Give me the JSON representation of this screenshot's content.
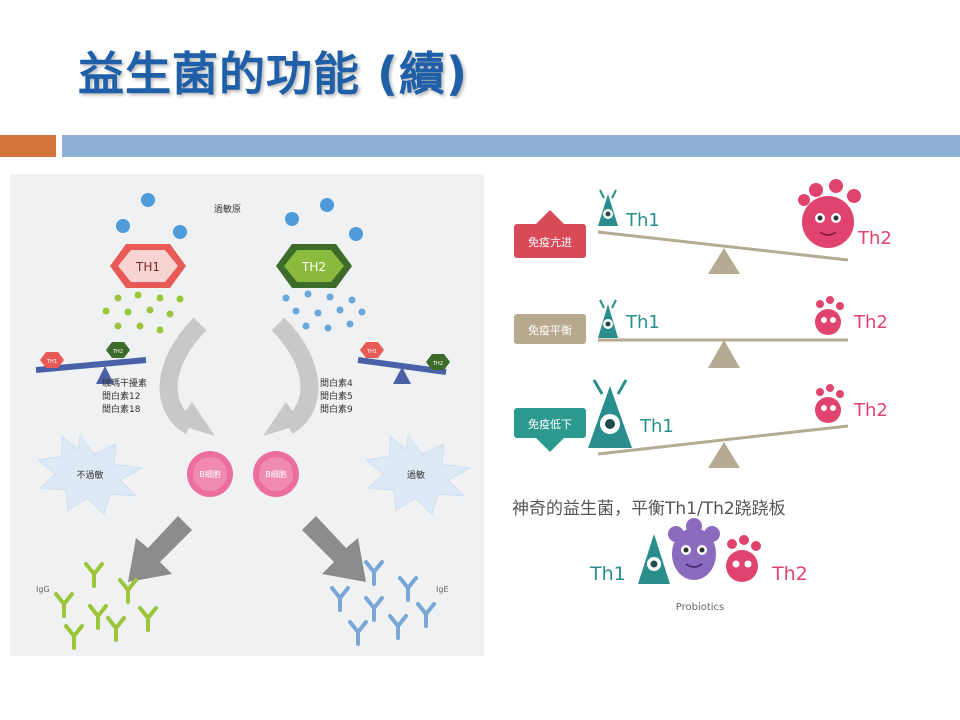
{
  "slide": {
    "title": "益生菌的功能 (續)"
  },
  "left_diagram": {
    "allergen_label": "過敏原",
    "th1_badge": "TH1",
    "th2_badge": "TH2",
    "mini_th1": "TH1",
    "mini_th2": "TH2",
    "th1_cytokines": [
      "珈瑪干擾素",
      "間白素12",
      "間白素18"
    ],
    "th2_cytokines": [
      "間白素4",
      "間白素5",
      "間白素9"
    ],
    "no_allergy_label": "不過敏",
    "allergy_label": "過敏",
    "b_cell_label": "B細胞",
    "igg_label": "IgG",
    "ige_label": "IgE",
    "colors": {
      "th1": "#e85a55",
      "th2": "#8bbb3c",
      "b_cell": "#ea6f9c",
      "igg": "#9cc63a",
      "ige": "#7aa7d6",
      "balance_bar": "#4a61a8"
    }
  },
  "right_diagram": {
    "rows": [
      {
        "tag": "免疫亢进",
        "th1": "Th1",
        "th2": "Th2"
      },
      {
        "tag": "免疫平衡",
        "th1": "Th1",
        "th2": "Th2"
      },
      {
        "tag": "免疫低下",
        "th1": "Th1",
        "th2": "Th2"
      }
    ],
    "caption": "神奇的益生菌，平衡Th1/Th2跷跷板",
    "bottom_th1": "Th1",
    "bottom_th2": "Th2",
    "probiotics_label": "Probiotics",
    "colors": {
      "th1": "#2a8f8c",
      "th2": "#e0446e",
      "probiotic": "#8c6bbf",
      "up_tag": "#d84a57",
      "flat_tag": "#b7a98d",
      "down_tag": "#2d9a8f",
      "seesaw": "#b4ab92"
    }
  }
}
